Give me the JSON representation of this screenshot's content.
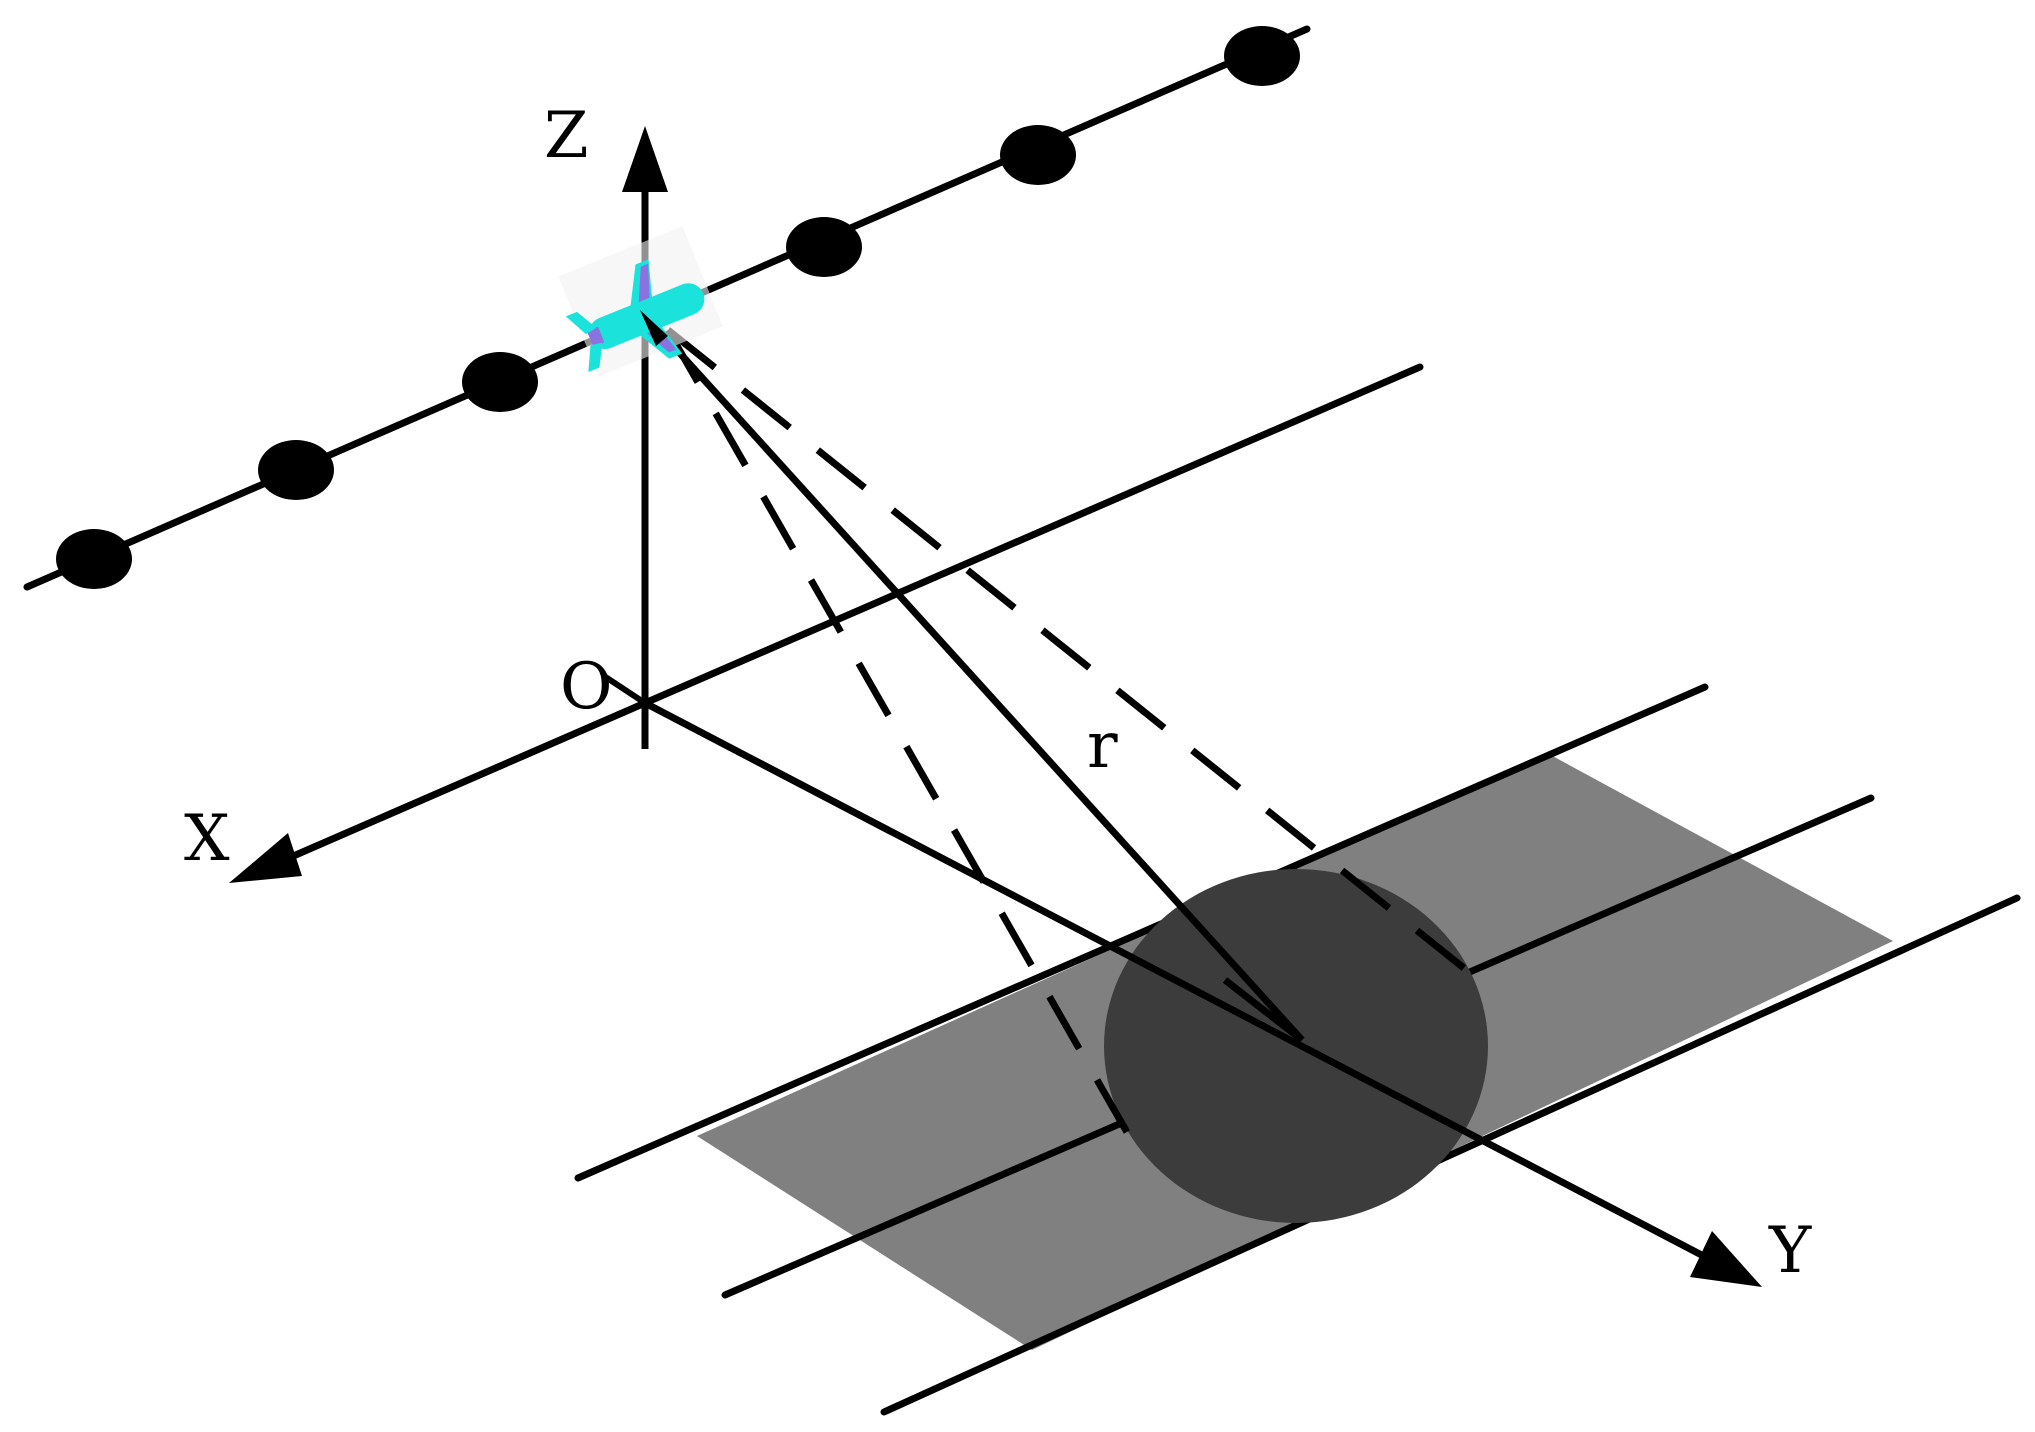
{
  "labels": {
    "z_axis": "Z",
    "x_axis": "X",
    "y_axis": "Y",
    "origin": "O",
    "range": "r"
  },
  "icons": {
    "platform": "airplane-icon"
  },
  "colors": {
    "stroke": "#000000",
    "swath": "#808080",
    "footprint": "#3c3c3c",
    "airplane_body": "#1be3dc",
    "airplane_wing": "#8a73e0"
  }
}
